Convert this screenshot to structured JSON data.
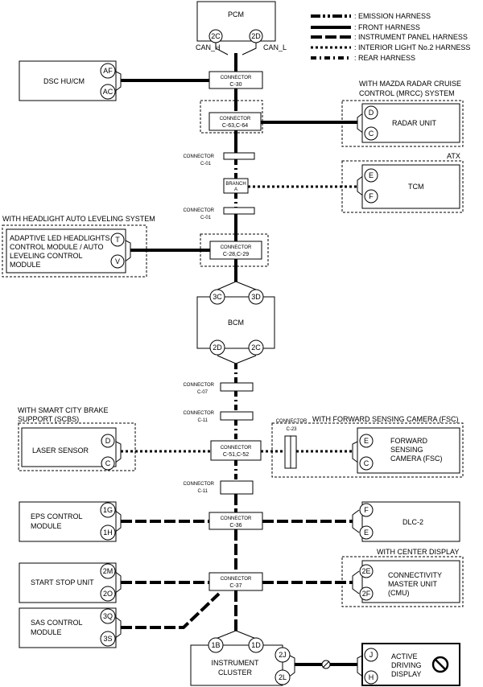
{
  "legend": [
    ": EMISSION HARNESS",
    ": FRONT HARNESS",
    ": INSTRUMENT PANEL HARNESS",
    ": INTERIOR LIGHT No.2 HARNESS",
    ": REAR HARNESS"
  ],
  "modules": {
    "pcm": "PCM",
    "dsc": "DSC HU/CM",
    "radar": "RADAR UNIT",
    "tcm": "TCM",
    "headlight": [
      "ADAPTIVE LED HEADLIGHTS",
      "CONTROL MODULE / AUTO",
      "LEVELING CONTROL",
      "MODULE"
    ],
    "bcm": "BCM",
    "laser": "LASER SENSOR",
    "fsc": [
      "FORWARD",
      "SENSING",
      "CAMERA (FSC)"
    ],
    "eps": [
      "EPS CONTROL",
      "MODULE"
    ],
    "dlc": "DLC-2",
    "start_stop": "START STOP UNIT",
    "cmu": [
      "CONNECTIVITY",
      "MASTER UNIT",
      "(CMU)"
    ],
    "sas": [
      "SAS CONTROL",
      "MODULE"
    ],
    "cluster": [
      "INSTRUMENT",
      "CLUSTER"
    ],
    "add": [
      "ACTIVE",
      "DRIVING",
      "DISPLAY"
    ]
  },
  "group_labels": {
    "mrcc": [
      "WITH MAZDA RADAR CRUISE",
      "CONTROL (MRCC) SYSTEM"
    ],
    "atx": "ATX",
    "headlight": "WITH HEADLIGHT AUTO LEVELING SYSTEM",
    "scbs": [
      "WITH SMART CITY BRAKE",
      "SUPPORT (SCBS)"
    ],
    "fsc": "WITH FORWARD SENSING CAMERA (FSC)",
    "center_display": "WITH CENTER DISPLAY"
  },
  "signals": {
    "can_h": "CAN_H",
    "can_l": "CAN_L"
  },
  "connectors": {
    "c30": [
      "CONNECTOR",
      "C-30"
    ],
    "c63": [
      "CONNECTOR",
      "C-63,C-64"
    ],
    "c01a": [
      "CONNECTOR",
      "C-01"
    ],
    "branch": [
      "BRANCH",
      "A"
    ],
    "c01b": [
      "CONNECTOR",
      "C-01"
    ],
    "c28": [
      "CONNECTOR",
      "C-28,C-29"
    ],
    "c07": [
      "CONNECTOR",
      "C-07"
    ],
    "c11a": [
      "CONNECTOR",
      "C-11"
    ],
    "c51": [
      "CONNECTOR",
      "C-51,C-52"
    ],
    "c23": [
      "CONNECTOR",
      "C-23"
    ],
    "c11b": [
      "CONNECTOR",
      "C-11"
    ],
    "c36": [
      "CONNECTOR",
      "C-36"
    ],
    "c37": [
      "CONNECTOR",
      "C-37"
    ]
  },
  "pins": {
    "pcm": [
      "2C",
      "2D"
    ],
    "dsc": [
      "AF",
      "AC"
    ],
    "radar": [
      "D",
      "C"
    ],
    "tcm": [
      "E",
      "F"
    ],
    "headlight": [
      "T",
      "V"
    ],
    "bcm_top": [
      "3C",
      "3D"
    ],
    "bcm_bottom": [
      "2D",
      "2C"
    ],
    "laser": [
      "D",
      "C"
    ],
    "fsc": [
      "E",
      "C"
    ],
    "eps": [
      "1G",
      "1H"
    ],
    "dlc": [
      "F",
      "E"
    ],
    "start_stop": [
      "2M",
      "2O"
    ],
    "cmu": [
      "2E",
      "2F"
    ],
    "sas": [
      "3Q",
      "3S"
    ],
    "cluster_top": [
      "1B",
      "1D"
    ],
    "cluster_side": [
      "2J",
      "2L"
    ],
    "add": [
      "J",
      "H"
    ]
  }
}
